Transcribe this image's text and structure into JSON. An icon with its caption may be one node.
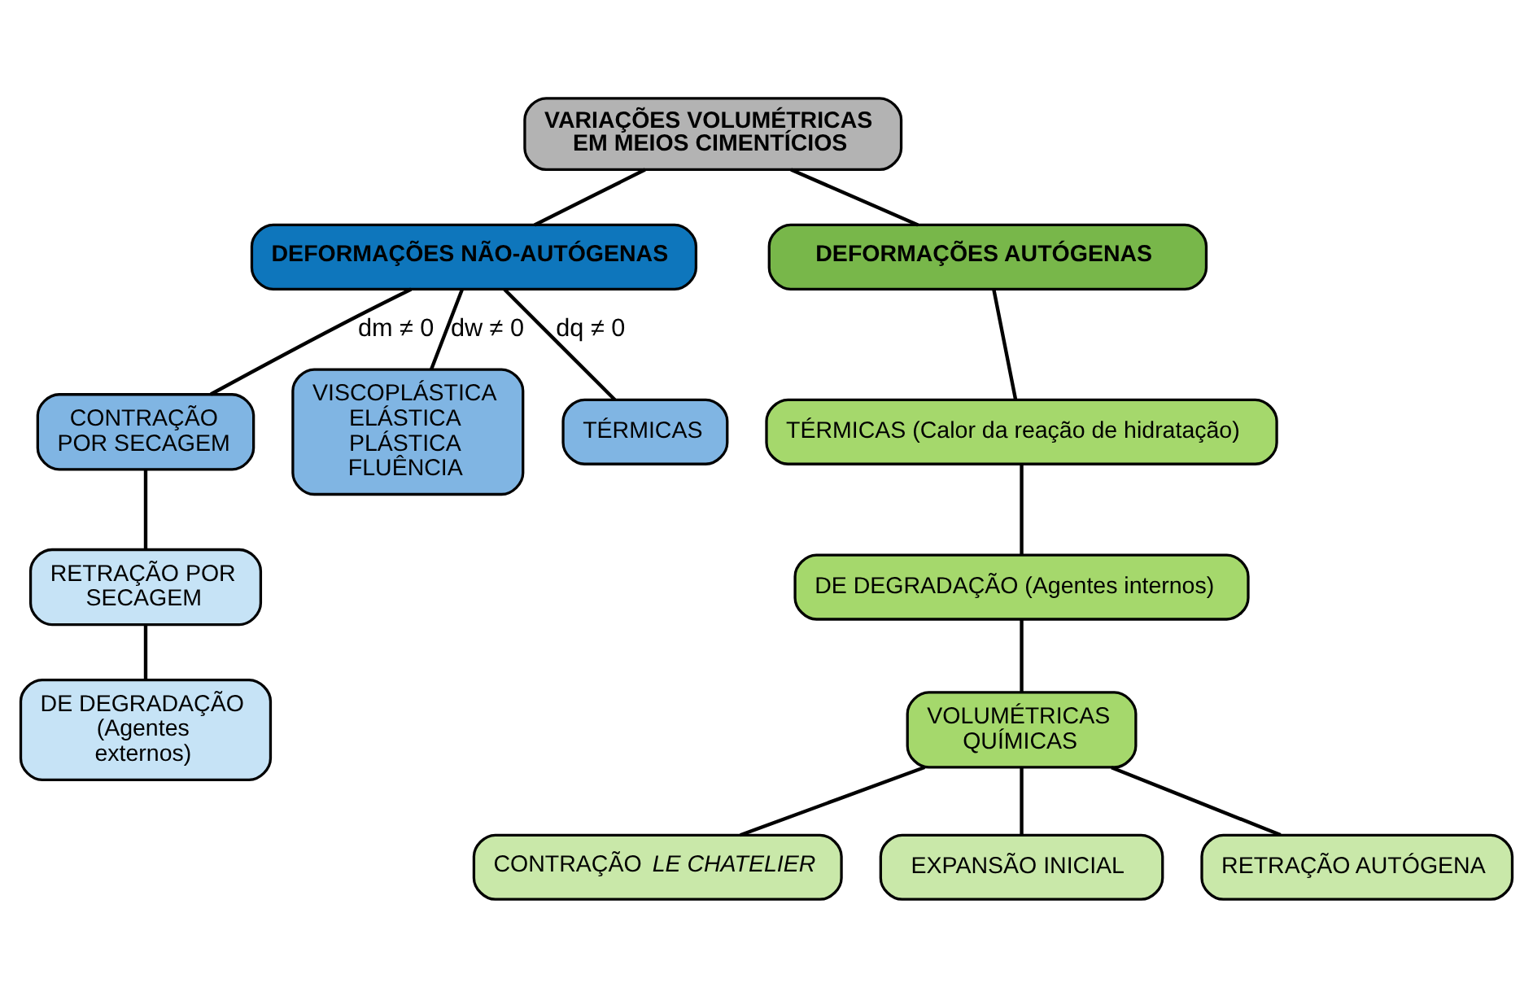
{
  "diagram": {
    "nodes": [
      {
        "text": [
          "VARIAÇÕES VOLUMÉTRICAS EM MEIOS CIMENTÍCIOS"
        ]
      },
      {
        "text": [
          "DEFORMAÇÕES NÃO-AUTÓGENAS"
        ]
      },
      {
        "text": [
          "DEFORMAÇÕES AUTÓGENAS"
        ]
      },
      {
        "text": [
          "CONTRAÇÃO POR SECAGEM"
        ]
      },
      {
        "text": [
          "VISCOPLÁSTICA ELÁSTICA PLÁSTICA FLUÊNCIA"
        ]
      },
      {
        "text": [
          "RETRAÇÃO POR SECAGEM"
        ]
      },
      {
        "text": [
          "TÉRMICAS"
        ]
      },
      {
        "text": [
          "DE DEGRADAÇÃO (Agentes externos)"
        ]
      },
      {
        "text": [
          "TÉRMICAS (Calor da reação de hidratação)"
        ]
      },
      {
        "text": [
          "DE DEGRADAÇÃO (Agentes internos)"
        ]
      },
      {
        "text": [
          "VOLUMÉTRICAS QUÍMICAS"
        ]
      },
      {
        "text": [
          "CONTRAÇÃO *LE CHATELIER*"
        ]
      },
      {
        "text": [
          "EXPANSÃO INICIAL"
        ]
      },
      {
        "text": [
          "RETRAÇÃO AUTÓGENA"
        ]
      }
    ],
    "edges": [
      {
        "from": 0,
        "to": 1,
        "arrow": "none"
      },
      {
        "from": 0,
        "to": 2,
        "arrow": "none"
      },
      {
        "from": 1,
        "to": 3,
        "arrow": "none",
        "label": "dm ≠ 0"
      },
      {
        "from": 1,
        "to": 4,
        "arrow": "none",
        "label": "dw ≠ 0"
      },
      {
        "from": 1,
        "to": 6,
        "arrow": "none",
        "label": "dq ≠ 0"
      },
      {
        "from": 3,
        "to": 5,
        "arrow": "none"
      },
      {
        "from": 5,
        "to": 7,
        "arrow": "none"
      },
      {
        "from": 2,
        "to": 8,
        "arrow": "none"
      },
      {
        "from": 8,
        "to": 9,
        "arrow": "none"
      },
      {
        "from": 9,
        "to": 10,
        "arrow": "none"
      },
      {
        "from": 10,
        "to": 11,
        "arrow": "none"
      },
      {
        "from": 10,
        "to": 12,
        "arrow": "none"
      },
      {
        "from": 10,
        "to": 13,
        "arrow": "none"
      }
    ]
  }
}
